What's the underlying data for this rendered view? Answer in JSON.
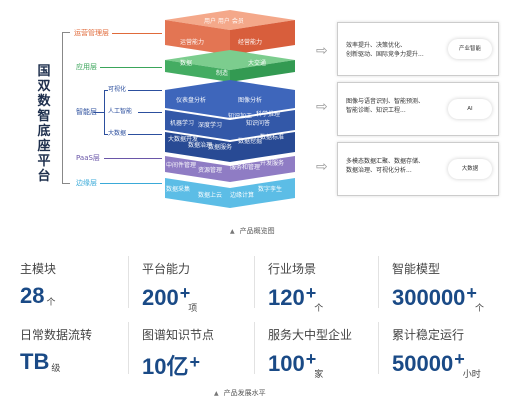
{
  "diagram": {
    "vertical_title": [
      "国",
      "双",
      "数",
      "智",
      "底",
      "座",
      "平",
      "台"
    ],
    "layers": [
      {
        "label": "运营管理层",
        "color": "#e06a3a"
      },
      {
        "label": "应用层",
        "color": "#3aa55a"
      },
      {
        "label": "智能层",
        "color": "#2c4f9e"
      },
      {
        "label": "PaaS层",
        "color": "#6a56a8"
      },
      {
        "label": "边缘层",
        "color": "#3aaad8"
      }
    ],
    "intelligence_sublabels": [
      "可视化",
      "人工智能",
      "大数据"
    ],
    "stack_texts": {
      "top": [
        "用户 用户 会员",
        "运营能力",
        "经营能力"
      ],
      "green": [
        "数据",
        "制造",
        "大交通"
      ],
      "blue1": [
        "仪表盘分析",
        "图像分析"
      ],
      "blue2": [
        "机器学习",
        "深度学习",
        "知识加工",
        "科学推理",
        "知识问答"
      ],
      "blue3": [
        "大数据开发",
        "数据治理",
        "数据服务",
        "数据挖掘",
        "数据标准"
      ],
      "purple": [
        "中间件管理",
        "资源管理",
        "服务和管理",
        "开发服务"
      ],
      "cyan": [
        "数据采集",
        "数据上云",
        "边缘计算",
        "数字孪生"
      ]
    },
    "right_boxes": [
      {
        "lines": [
          "效率提升、决策优化、",
          "创新驱动、国际竞争力提升..."
        ],
        "tag": "产业智能"
      },
      {
        "lines": [
          "图像与语音识别、智能预测、",
          "智能诊断、知识工程..."
        ],
        "tag": "AI"
      },
      {
        "lines": [
          "多模态数据汇聚、数据存储、",
          "数据治理、可视化分析..."
        ],
        "tag": "大数据"
      }
    ],
    "caption": "产品概览图"
  },
  "stats": [
    {
      "title": "主模块",
      "value": "28",
      "plus": "",
      "unit": "个"
    },
    {
      "title": "平台能力",
      "value": "200",
      "plus": "+",
      "unit": "项"
    },
    {
      "title": "行业场景",
      "value": "120",
      "plus": "+",
      "unit": "个"
    },
    {
      "title": "智能模型",
      "value": "300000",
      "plus": "+",
      "unit": "个"
    },
    {
      "title": "日常数据流转",
      "value": "TB",
      "plus": "",
      "unit": "级"
    },
    {
      "title": "图谱知识节点",
      "value": "10亿",
      "plus": "+",
      "unit": ""
    },
    {
      "title": "服务大中型企业",
      "value": "100",
      "plus": "+",
      "unit": "家"
    },
    {
      "title": "累计稳定运行",
      "value": "50000",
      "plus": "+",
      "unit": "小时"
    }
  ],
  "stats_caption": "产品发展水平",
  "colors": {
    "accent_blue": "#1a4a86",
    "operation": "#e06a3a",
    "application": "#3aa55a",
    "intelligence": "#2c4f9e",
    "paas": "#6a56a8",
    "edge": "#3aaad8"
  }
}
